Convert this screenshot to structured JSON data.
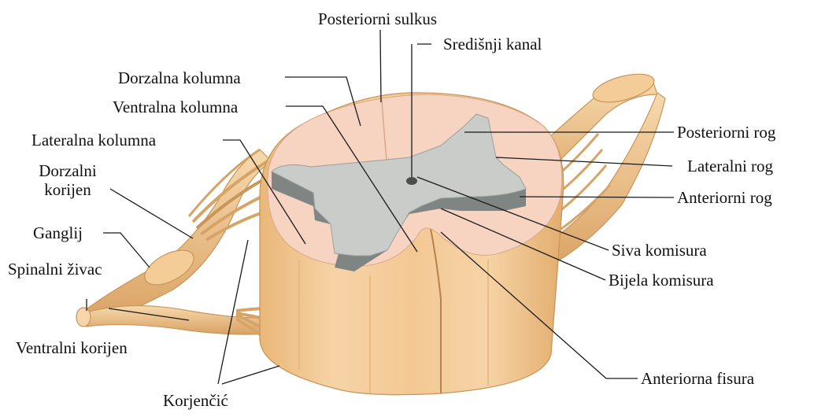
{
  "labels": {
    "posterior_sulcus": "Posteriorni sulkus",
    "central_canal": "Središnji kanal",
    "dorsal_column": "Dorzalna kolumna",
    "ventral_column": "Ventralna kolumna",
    "lateral_column": "Lateralna kolumna",
    "dorsal_root_1": "Dorzalni",
    "dorsal_root_2": "korijen",
    "ganglion": "Ganglij",
    "spinal_nerve": "Spinalni živac",
    "ventral_root": "Ventralni korijen",
    "rootlet": "Korjenčić",
    "posterior_horn": "Posteriorni rog",
    "lateral_horn": "Lateralni rog",
    "anterior_horn": "Anteriorni rog",
    "gray_commissure": "Siva komisura",
    "white_commissure": "Bijela komisura",
    "anterior_fissure": "Anteriorna fisura"
  },
  "colors": {
    "white_matter": "#f7d3c2",
    "gray_matter": "#c9ccc9",
    "gray_side": "#7f8582",
    "cord_body": "#f2c793",
    "cord_shadow": "#d9a465",
    "nerve": "#eec690",
    "nerve_dark": "#c8955a",
    "leader": "#1a1a1a"
  }
}
